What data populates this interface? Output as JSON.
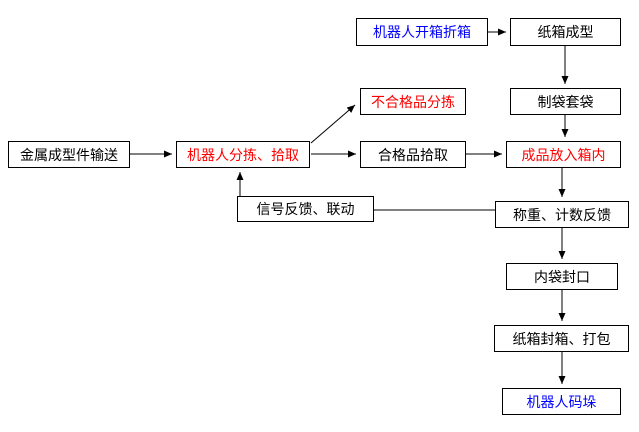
{
  "diagram": {
    "title": "packaging-line-flowchart",
    "colors": {
      "box_border": "#000000",
      "background": "#ffffff",
      "arrow": "#000000",
      "text_default": "#000000",
      "text_highlight_red": "#ff0000",
      "text_highlight_blue": "#0000ff"
    },
    "boxes": {
      "metal_forming_feed": {
        "label": "金属成型件输送",
        "color": "#000000"
      },
      "robot_sort_pick": {
        "label": "机器人分拣、拾取",
        "color": "#ff0000"
      },
      "defective_sort": {
        "label": "不合格品分拣",
        "color": "#ff0000"
      },
      "qualified_pick": {
        "label": "合格品拾取",
        "color": "#000000"
      },
      "robot_open_fold_box": {
        "label": "机器人开箱折箱",
        "color": "#0000ff"
      },
      "carton_forming": {
        "label": "纸箱成型",
        "color": "#000000"
      },
      "bag_making_sleeving": {
        "label": "制袋套袋",
        "color": "#000000"
      },
      "product_into_box": {
        "label": "成品放入箱内",
        "color": "#ff0000"
      },
      "signal_feedback_linkage": {
        "label": "信号反馈、联动",
        "color": "#000000"
      },
      "weighing_counting_feedback": {
        "label": "称重、计数反馈",
        "color": "#000000"
      },
      "inner_bag_sealing": {
        "label": "内袋封口",
        "color": "#000000"
      },
      "carton_sealing_packing": {
        "label": "纸箱封箱、打包",
        "color": "#000000"
      },
      "robot_palletizing": {
        "label": "机器人码垛",
        "color": "#0000ff"
      }
    }
  }
}
